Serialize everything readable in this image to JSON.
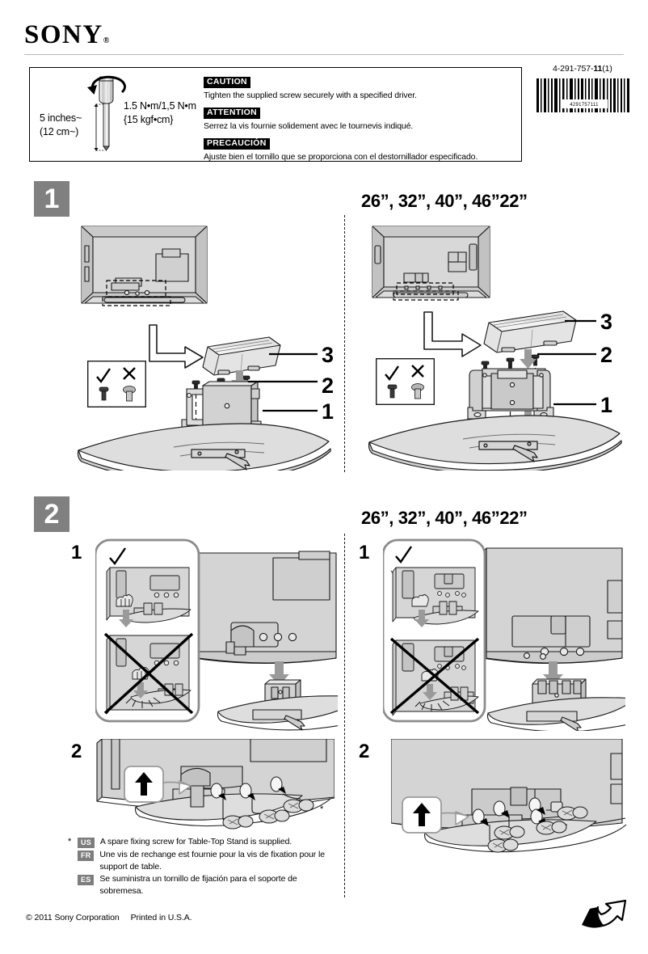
{
  "brand": {
    "name": "SONY",
    "registered_mark": "®"
  },
  "part_number": {
    "prefix": "4-291-757-",
    "bold": "11",
    "suffix": "(1)"
  },
  "barcode": {
    "digits": "4291757111",
    "icon": "barcode-icon"
  },
  "caution_box": {
    "driver": {
      "icon": "screwdriver-icon",
      "length_line1": "5 inches~",
      "length_line2": "(12 cm~)",
      "torque_line1": "1.5 N•m/1,5 N•m",
      "torque_line2": "{15 kgf•cm}"
    },
    "warnings": [
      {
        "tag": "CAUTION",
        "text": "Tighten the supplied screw securely with a specified driver."
      },
      {
        "tag": "ATTENTION",
        "text": "Serrez la vis fournie solidement avec le tournevis indiqué."
      },
      {
        "tag": "PRECAUCIÓN",
        "text": "Ajuste bien el tornillo que se proporciona con el destornillador especificado."
      }
    ]
  },
  "steps": [
    {
      "badge": "1",
      "size_title": "26”, 32”, 40”, 46”22”",
      "callouts_left": [
        "3",
        "2",
        "1"
      ],
      "callouts_right": [
        "3",
        "2",
        "1"
      ],
      "ok_mark": "✓",
      "ng_mark": "✕"
    },
    {
      "badge": "2",
      "size_title": "26”, 32”, 40”, 46”22”",
      "substeps": [
        "1",
        "2"
      ],
      "ok_mark": "✓"
    }
  ],
  "footnote": {
    "star": "*",
    "entries": [
      {
        "lang": "US",
        "text": "A spare fixing screw for Table-Top Stand is supplied."
      },
      {
        "lang": "FR",
        "text": "Une vis de rechange est fournie pour la vis de fixation pour le support de table."
      },
      {
        "lang": "ES",
        "text": "Se suministra un tornillo de fijación para el soporte de sobremesa."
      }
    ]
  },
  "copyright": {
    "left": "© 2011 Sony Corporation",
    "right": "Printed in U.S.A."
  },
  "colors": {
    "step_badge_bg": "#808080",
    "lang_badge_bg": "#7d7d7d",
    "panel_fill": "#d4d4d4",
    "line": "#1a1a1a"
  },
  "icons": {
    "turn_page": "turn-page-arrow-icon",
    "right_arrow": "right-arrow-icon",
    "down_arrow": "down-arrow-icon",
    "up_arrow": "up-arrow-icon"
  }
}
